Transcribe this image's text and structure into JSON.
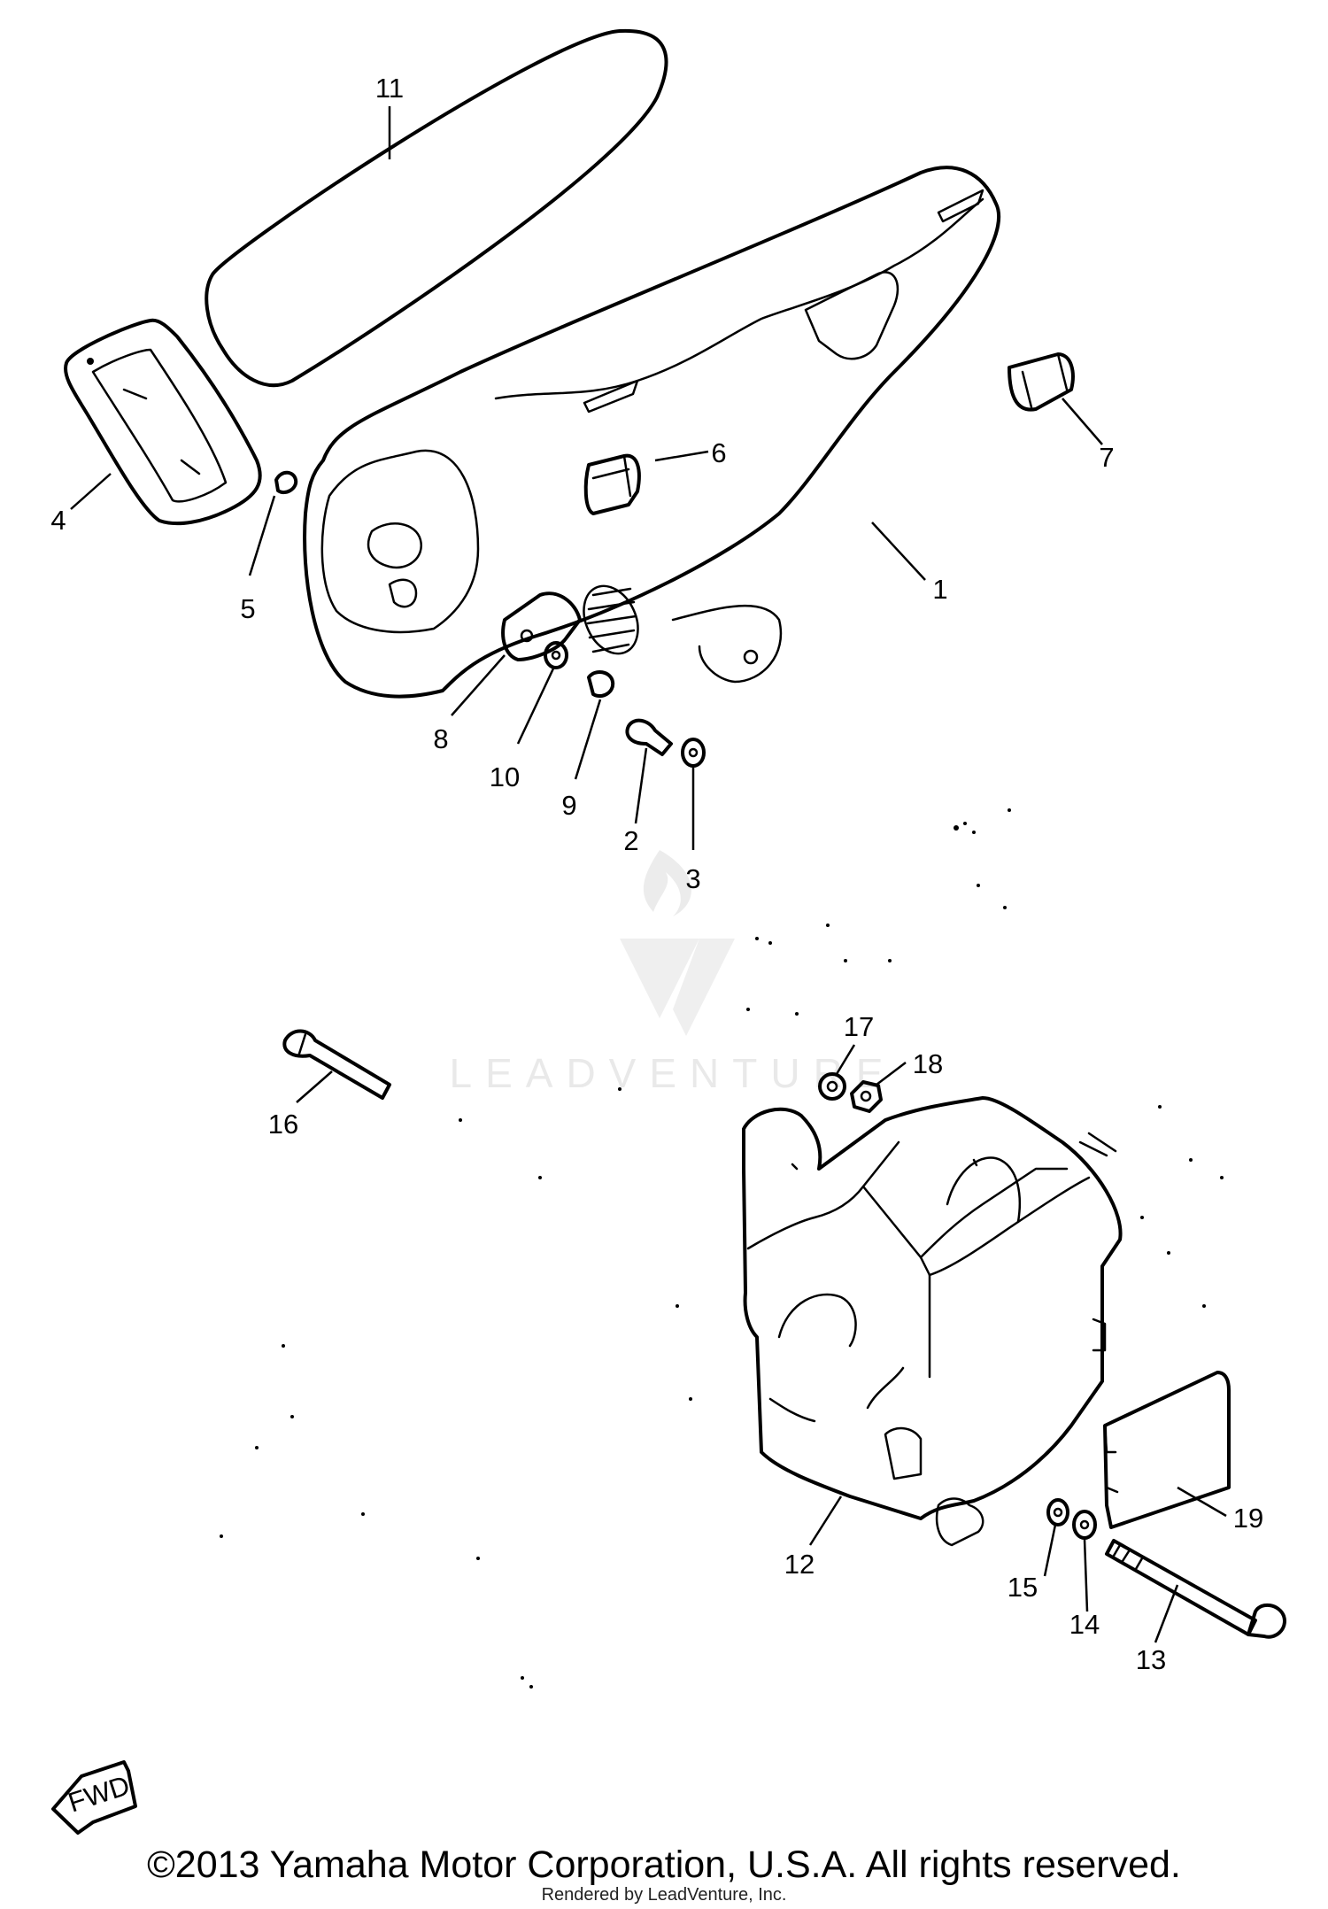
{
  "callouts": {
    "c1": "1",
    "c2": "2",
    "c3": "3",
    "c4": "4",
    "c5": "5",
    "c6": "6",
    "c7": "7",
    "c8": "8",
    "c9": "9",
    "c10": "10",
    "c11": "11",
    "c12": "12",
    "c13": "13",
    "c14": "14",
    "c15": "15",
    "c16": "16",
    "c17": "17",
    "c18": "18",
    "c19": "19"
  },
  "fwd_label": "FWD",
  "watermark": "LEADVENTURE",
  "footer": {
    "copyright": "©2013 Yamaha Motor Corporation, U.S.A. All rights reserved.",
    "rendered_by": "Rendered by LeadVenture, Inc."
  }
}
